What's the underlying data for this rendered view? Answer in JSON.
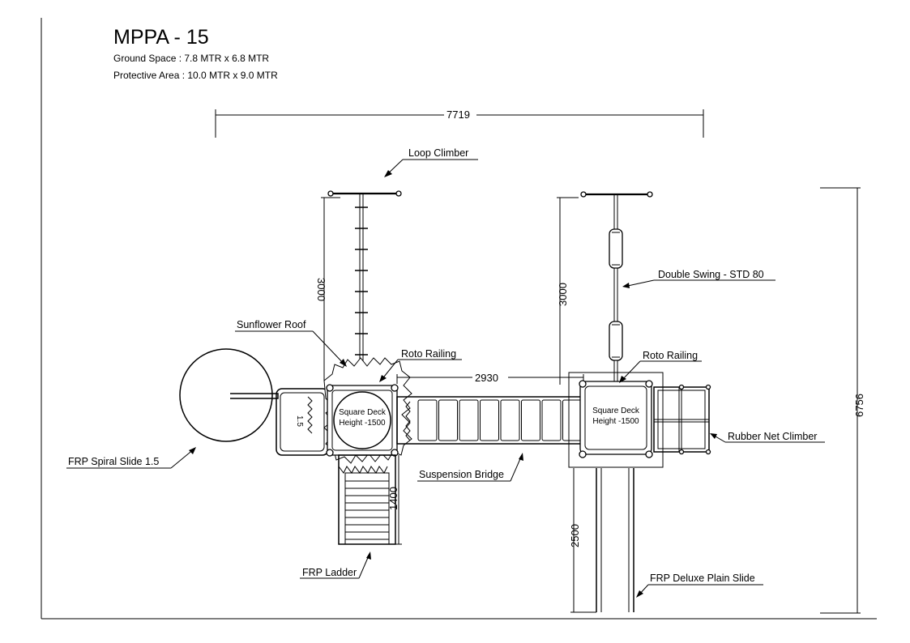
{
  "header": {
    "title": "MPPA - 15",
    "ground_space": "Ground Space  : 7.8 MTR    x  6.8 MTR",
    "protective_area": "Protective Area : 10.0 MTR  x  9.0 MTR"
  },
  "dimensions": {
    "overall_width": "7719",
    "overall_height": "6756",
    "loop_climber_length": "3000",
    "swing_length": "3000",
    "bridge_length": "2930",
    "ladder_length": "1400",
    "slide_length": "2500"
  },
  "labels": {
    "loop_climber": "Loop  Climber",
    "double_swing": "Double  Swing - STD 80",
    "sunflower_roof": "Sunflower Roof",
    "roto_railing_left": "Roto Railing",
    "roto_railing_right": "Roto Railing",
    "rubber_net_climber": "Rubber Net Climber",
    "frp_spiral_slide": "FRP Spiral Slide 1.5",
    "suspension_bridge": "Suspension Bridge",
    "frp_ladder": "FRP Ladder",
    "frp_deluxe_plain_slide": "FRP Deluxe Plain Slide",
    "spiral_slide_size": "1.5"
  },
  "decks": {
    "left_line1": "Square Deck",
    "left_line2": "Height -1500",
    "right_line1": "Square Deck",
    "right_line2": "Height -1500"
  }
}
